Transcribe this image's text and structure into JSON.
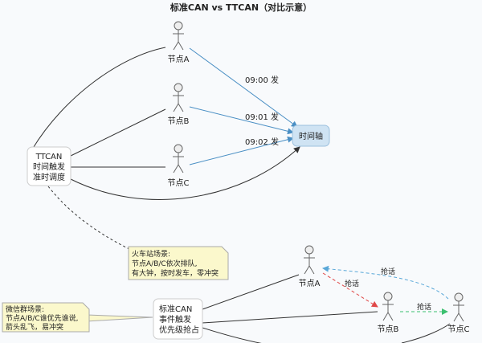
{
  "title": "标准CAN vs TTCAN（对比示意）",
  "ttcan": {
    "lines": [
      "TTCAN",
      "时间触发",
      "准时调度"
    ]
  },
  "timeline": "时间轴",
  "top_nodes": [
    "节点A",
    "节点B",
    "节点C"
  ],
  "send_labels": [
    "09:00 发",
    "09:01 发",
    "09:02 发"
  ],
  "note_train": {
    "lines": [
      "火车站场景:",
      "节点A/B/C依次排队,",
      "有大钟，按时发车，零冲突"
    ]
  },
  "can": {
    "lines": [
      "标准CAN",
      "事件触发",
      "优先级抢占"
    ]
  },
  "note_wechat": {
    "lines": [
      "微信群场景:",
      "节点A/B/C谁优先谁说,",
      "箭头乱飞，易冲突"
    ]
  },
  "bottom_nodes": [
    "节点A",
    "节点B",
    "节点C"
  ],
  "grab_labels": [
    "抢话",
    "抢话",
    "抢话"
  ],
  "colors": {
    "blue": "#4a8fc4",
    "red": "#e04848",
    "green": "#3cc070",
    "teal": "#5aa8d8"
  }
}
